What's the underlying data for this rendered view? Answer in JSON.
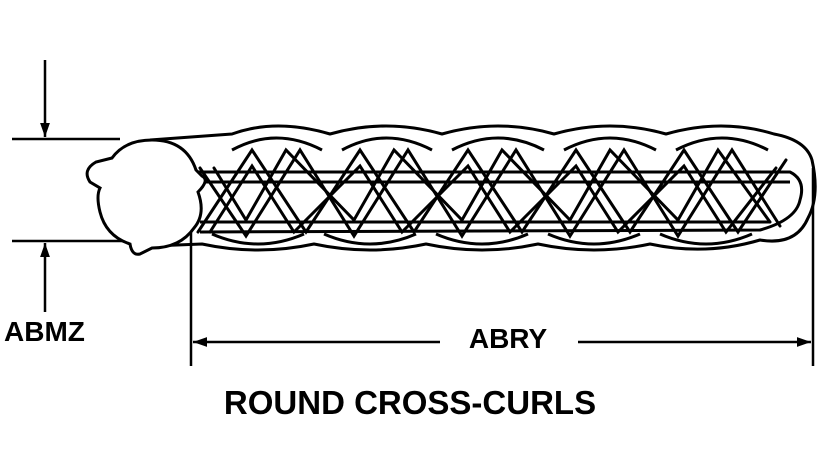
{
  "diagram": {
    "caption": "ROUND CROSS-CURLS",
    "dimensions": {
      "height_label": "ABMZ",
      "length_label": "ABRY"
    },
    "colors": {
      "ink": "#000000",
      "paper": "#ffffff"
    }
  }
}
